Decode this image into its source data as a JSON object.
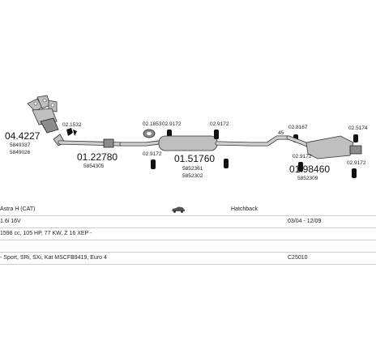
{
  "parts": {
    "manifold_converter": {
      "number": "04.4227",
      "refs": [
        "5849337",
        "5849026"
      ]
    },
    "clip_front": {
      "number": "02.1532"
    },
    "front_pipe": {
      "number": "01.22780",
      "ref": "5854305"
    },
    "gasket_left": {
      "number": "02.1853"
    },
    "clamp_left": {
      "number": "02.9172"
    },
    "clamp_lower_left": {
      "number": "02.9172"
    },
    "mid_clamp": {
      "number": "02.9172"
    },
    "middle_silencer": {
      "number": "01.51760",
      "refs": [
        "5852361",
        "5852302"
      ]
    },
    "rear_clip_top": {
      "number": "02.8167"
    },
    "rear_clip_right": {
      "number": "02.5174"
    },
    "rear_clamp_lower": {
      "number": "02.9172"
    },
    "rear_clamp_lower2": {
      "number": "02.9172"
    },
    "rear_silencer": {
      "number": "01.98460",
      "ref": "5852309"
    },
    "pipe_diameter": {
      "label": "45"
    }
  },
  "info": {
    "model": "Astra H (CAT)",
    "body": "Hatchback",
    "engine": "1.6i 16V",
    "years": "03/04 - 12/09",
    "specs": "1598 cc, 105 HP, 77 KW, Z 16 XEP -",
    "trim": "- Sport, SRi, SXi, Kat MSCFB9419, Euro 4",
    "code": "C25010"
  }
}
